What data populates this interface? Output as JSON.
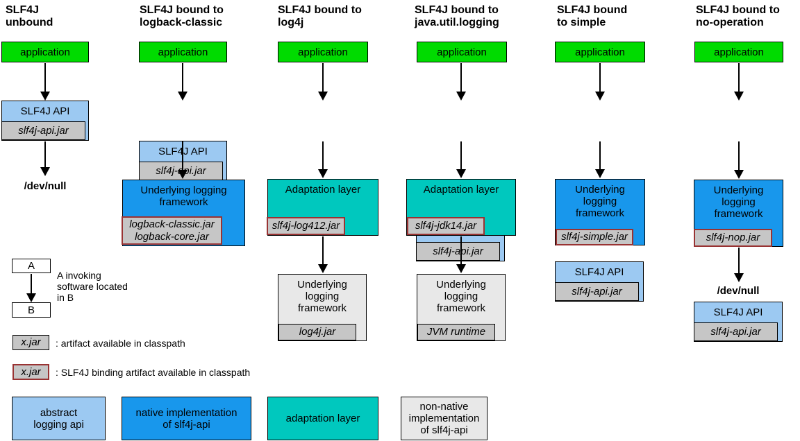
{
  "colors": {
    "application_green": "#00DB00",
    "abstract_api_blue": "#9CC9F2",
    "native_impl_blue": "#1897EC",
    "adaptation_teal": "#00C8BE",
    "artifact_gray": "#C6C6C6",
    "non_native_gray": "#E8E8E8",
    "binding_border_red": "#993333"
  },
  "shared": {
    "application": "application",
    "slf4j_api": "SLF4J API",
    "slf4j_api_jar": "slf4j-api.jar",
    "dev_null": "/dev/null",
    "underlying_two_line": "Underlying logging\nframework",
    "underlying_three_line": "Underlying\nlogging\nframework",
    "adaptation_layer": "Adaptation layer"
  },
  "columns": [
    {
      "id": "unbound",
      "title": "SLF4J\nunbound"
    },
    {
      "id": "logback-classic",
      "title": "SLF4J bound to\nlogback-classic",
      "binding_jar": "logback-classic.jar\nlogback-core.jar"
    },
    {
      "id": "log4j",
      "title": "SLF4J bound to\nlog4j",
      "binding_jar": "slf4j-log412.jar",
      "framework_jar": "log4j.jar"
    },
    {
      "id": "java-util-logging",
      "title": "SLF4J bound to\njava.util.logging",
      "binding_jar": "slf4j-jdk14.jar",
      "framework_jar": "JVM runtime"
    },
    {
      "id": "simple",
      "title": "SLF4J bound\nto simple",
      "binding_jar": "slf4j-simple.jar"
    },
    {
      "id": "no-operation",
      "title": "SLF4J bound to\nno-operation",
      "binding_jar": "slf4j-nop.jar"
    }
  ],
  "legend": {
    "box_a": "A",
    "box_b": "B",
    "invoking_note": "A invoking\nsoftware located\nin B",
    "xjar_label": "x.jar",
    "artifact_note": ": artifact available in classpath",
    "binding_note": ": SLF4J binding artifact available in classpath",
    "keys": [
      {
        "label": "abstract\nlogging api"
      },
      {
        "label": "native implementation\nof slf4j-api"
      },
      {
        "label": "adaptation layer"
      },
      {
        "label": "non-native\nimplementation\nof slf4j-api"
      }
    ]
  }
}
